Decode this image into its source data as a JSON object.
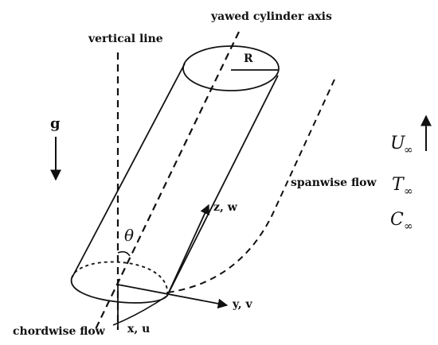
{
  "labels": {
    "axis": "yawed cylinder axis",
    "vertical": "vertical line",
    "radius": "R",
    "gravity": "g",
    "theta": "θ",
    "spanwise": "spanwise flow",
    "chordwise": "chordwise flow",
    "x_axis": "x, u",
    "y_axis": "y, v",
    "z_axis": "z, w"
  },
  "freestream": {
    "U": "U",
    "T": "T",
    "C": "C",
    "sub": "∞"
  },
  "colors": {
    "ink": "#111111",
    "background": "#ffffff"
  }
}
